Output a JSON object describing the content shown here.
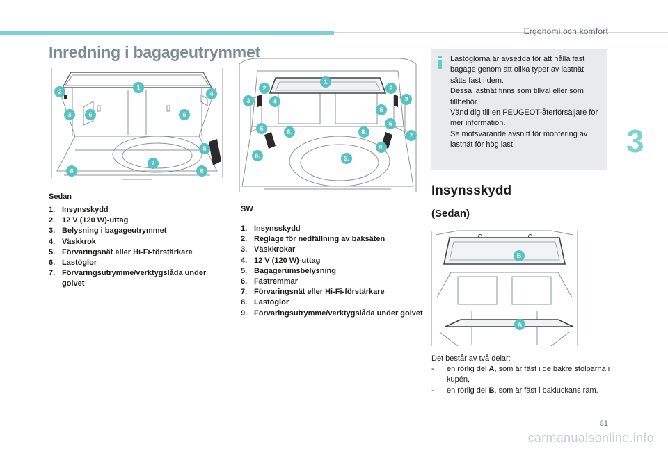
{
  "header": {
    "chapter": "Ergonomi och komfort",
    "title": "Inredning i bagageutrymmet"
  },
  "sedan": {
    "label": "Sedan",
    "callouts": [
      {
        "n": "1"
      },
      {
        "n": "2"
      },
      {
        "n": "3"
      },
      {
        "n": "4"
      },
      {
        "n": "5"
      },
      {
        "n": "6"
      },
      {
        "n": "7"
      }
    ],
    "items": [
      {
        "num": "1.",
        "text": "Insynsskydd"
      },
      {
        "num": "2.",
        "text": "12 V (120 W)-uttag"
      },
      {
        "num": "3.",
        "text": "Belysning i bagageutrymmet"
      },
      {
        "num": "4.",
        "text": "Väskkrok"
      },
      {
        "num": "5.",
        "text": "Förvaringsnät eller Hi-Fi-förstärkare"
      },
      {
        "num": "6.",
        "text": "Lastöglor"
      },
      {
        "num": "7.",
        "text": "Förvaringsutrymme/verktygslåda under golvet"
      }
    ]
  },
  "sw": {
    "label": "SW",
    "items": [
      {
        "num": "1.",
        "text": "Insynsskydd"
      },
      {
        "num": "2.",
        "text": "Reglage för nedfällning av baksäten"
      },
      {
        "num": "3.",
        "text": "Väskkrokar"
      },
      {
        "num": "4.",
        "text": "12 V (120 W)-uttag"
      },
      {
        "num": "5.",
        "text": "Bagagerumsbelysning"
      },
      {
        "num": "6.",
        "text": "Fästremmar"
      },
      {
        "num": "7.",
        "text": "Förvaringsnät eller Hi-Fi-förstärkare"
      },
      {
        "num": "8.",
        "text": "Lastöglor"
      },
      {
        "num": "9.",
        "text": "Förvaringsutrymme/verktygslåda under golvet"
      }
    ]
  },
  "info": {
    "lines": [
      "Lastöglorna är avsedda för att hålla fast bagage genom att olika typer av lastnät sätts fast i dem.",
      "Dessa lastnät finns som tillval eller som tillbehör.",
      "Vänd dig till en PEUGEOT-återförsäljare för mer information.",
      "Se motsvarande avsnitt för montering av lastnät för hög last."
    ]
  },
  "chapter_tab": "3",
  "section": {
    "heading": "Insynsskydd",
    "subheading": "(Sedan)",
    "callout_a": "A",
    "callout_b": "B",
    "intro": "Det består av två delar:",
    "bullets": [
      {
        "dash": "-",
        "pre": "en rörlig del ",
        "bold": "A",
        "post": ", som är fäst i de bakre stolparna i kupén,"
      },
      {
        "dash": "-",
        "pre": "en rörlig del ",
        "bold": "B",
        "post": ", som är fäst i bakluckans ram."
      }
    ]
  },
  "page_number": "81",
  "footer": "carmanualsonline.info",
  "colors": {
    "accent": "#7ed3d2",
    "callout": "#56c2c4",
    "info_bg": "#e8eaeb",
    "title": "#7a8b91"
  }
}
